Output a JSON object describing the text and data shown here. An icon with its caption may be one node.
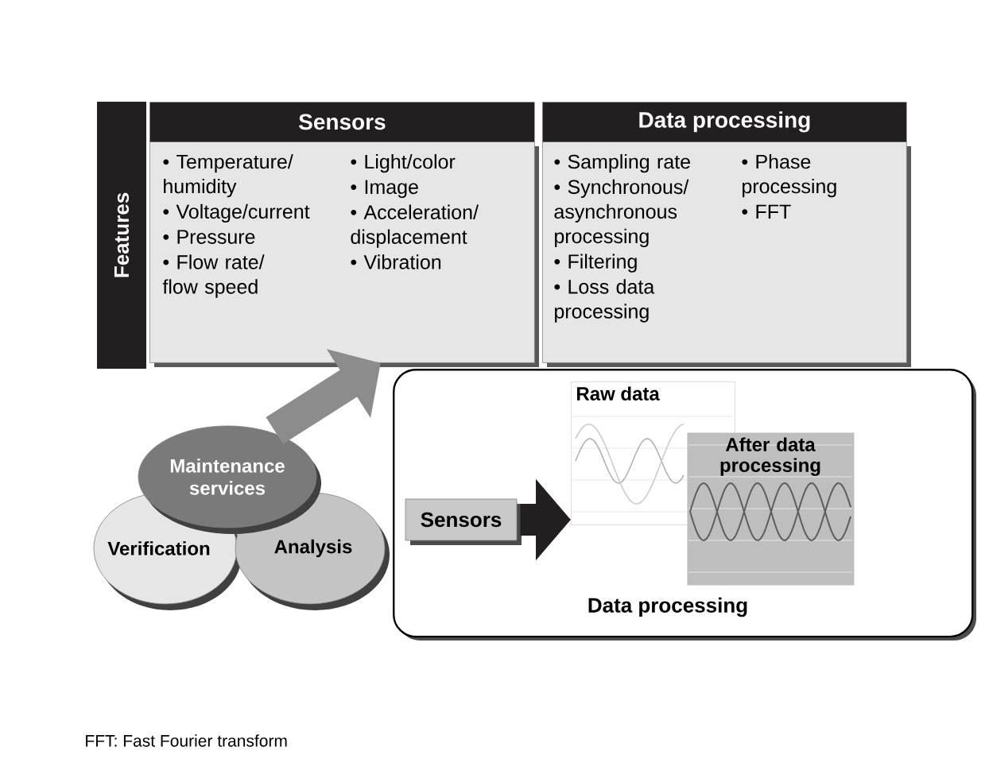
{
  "diagram": {
    "nodes": [
      {
        "text": [
          "Features"
        ]
      },
      {
        "text": [
          "Sensors",
          "• Temperature/ humidity",
          "• Voltage/current",
          "• Pressure",
          "• Flow rate/ flow speed",
          "• Light/color",
          "• Image",
          "• Acceleration/ displacement",
          "• Vibration"
        ]
      },
      {
        "text": [
          "Data processing",
          "• Sampling rate",
          "• Synchronous/ asynchronous processing",
          "• Filtering",
          "• Loss data processing",
          "• Phase processing",
          "• FFT"
        ]
      },
      {
        "text": [
          "Data processing"
        ]
      },
      {
        "text": [
          "Sensors"
        ],
        "in": 3
      },
      {
        "text": [
          "Raw data"
        ],
        "in": 3
      },
      {
        "text": [
          "After data processing"
        ],
        "in": 3
      },
      {
        "text": [
          "Maintenance services"
        ]
      },
      {
        "text": [
          "Verification"
        ]
      },
      {
        "text": [
          "Analysis"
        ]
      }
    ],
    "edges": [
      {
        "from": 7,
        "to": 1,
        "arrow": "to",
        "color": "#8c8c8c"
      },
      {
        "from": 4,
        "to": 5,
        "arrow": "to",
        "color": "#231f20"
      }
    ],
    "labels": [
      "FFT: Fast Fourier transform"
    ]
  }
}
